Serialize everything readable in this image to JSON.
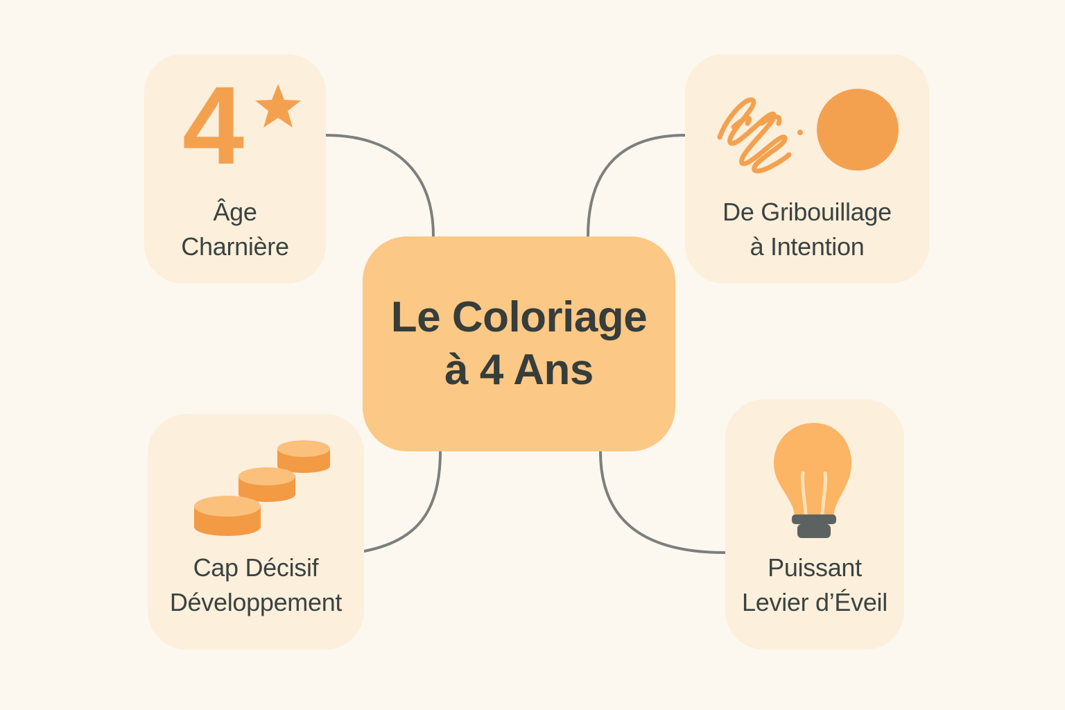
{
  "center": {
    "line1": "Le Coloriage",
    "line2": "à 4 Ans"
  },
  "nodes": {
    "age": {
      "line1": "Âge",
      "line2": "Charnière",
      "icon": "number-four-star-icon",
      "icon_text": "4"
    },
    "scribble": {
      "line1": "De Gribouillage",
      "line2": "à Intention",
      "icon": "scribble-to-dot-icon"
    },
    "development": {
      "line1": "Cap Décisif",
      "line2": "Développement",
      "icon": "stepping-discs-icon"
    },
    "awakening": {
      "line1": "Puissant",
      "line2": "Levier d’Éveil",
      "icon": "light-bulb-icon"
    }
  },
  "colors": {
    "background": "#fcf8f0",
    "card": "#fcefdc",
    "center": "#fbc886",
    "accent": "#f4a14f",
    "text": "#3b4340",
    "connector": "#7d7f7d"
  }
}
